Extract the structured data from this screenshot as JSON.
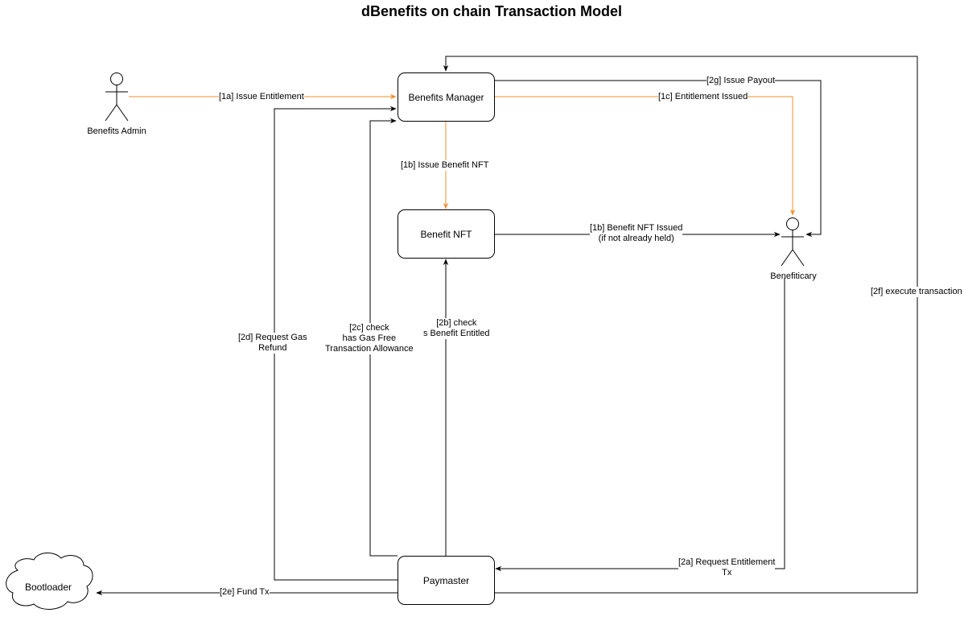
{
  "title": "dBenefits on chain Transaction Model",
  "nodes": {
    "benefits_manager": "Benefits Manager",
    "benefit_nft": "Benefit NFT",
    "paymaster": "Paymaster",
    "bootloader": "Bootloader"
  },
  "actors": {
    "benefits_admin": "Benefits Admin",
    "beneficiary": "Benefiticary"
  },
  "edges": {
    "e1a": "[1a] Issue Entitlement",
    "e1b_issue": "[1b] Issue Benefit NFT",
    "e1b_issued": "[1b] Benefit NFT Issued\n(if not already held)",
    "e1c": "[1c] Entitlement Issued",
    "e2a": "[2a] Request Entitlement\nTx",
    "e2b": "[2b] check\ns Benefit Entitled",
    "e2c": "[2c] check\nhas Gas Free\nTransaction Allowance",
    "e2d": "[2d] Request Gas\nRefund",
    "e2e": "[2e] Fund  Tx",
    "e2f": "[2f] execute transaction",
    "e2g": "[2g] Issue Payout"
  },
  "colors": {
    "orange_flow": "#F0922E",
    "black_flow": "#000000"
  }
}
